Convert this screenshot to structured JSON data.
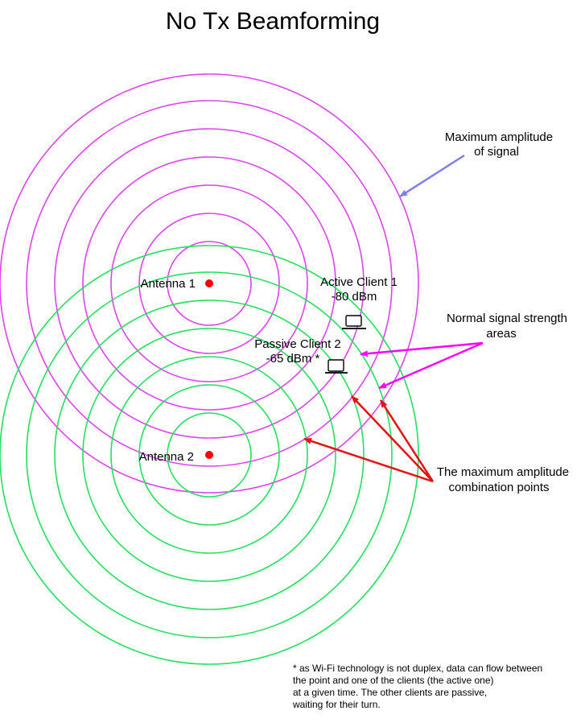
{
  "title": "No Tx Beamforming",
  "colors": {
    "antenna1_rings": "#dd44ee",
    "antenna2_rings": "#22e060",
    "antenna_dot": "#ff0000",
    "arrow_max_amplitude": "#7f7fee",
    "arrow_normal_strength": "#ff00ff",
    "arrow_combination": "#e81010"
  },
  "antennas": [
    {
      "label": "Antenna 1"
    },
    {
      "label": "Antenna 2"
    }
  ],
  "clients": [
    {
      "name": "Active Client 1",
      "signal": "-80 dBm",
      "icon": "laptop-icon"
    },
    {
      "name": "Passive Client 2",
      "signal": "-65 dBm *",
      "icon": "laptop-icon"
    }
  ],
  "annotations": {
    "max_amplitude": [
      "Maximum amplitude",
      "of signal"
    ],
    "normal_strength": [
      "Normal signal strength",
      "areas"
    ],
    "combination_points": [
      "The maximum amplitude",
      "combination points"
    ]
  },
  "footnote": [
    "* as Wi-Fi technology is not duplex, data can flow between",
    "the point and one of the clients  (the active one)",
    "at a given time. The other clients are passive,",
    "waiting for their turn."
  ]
}
